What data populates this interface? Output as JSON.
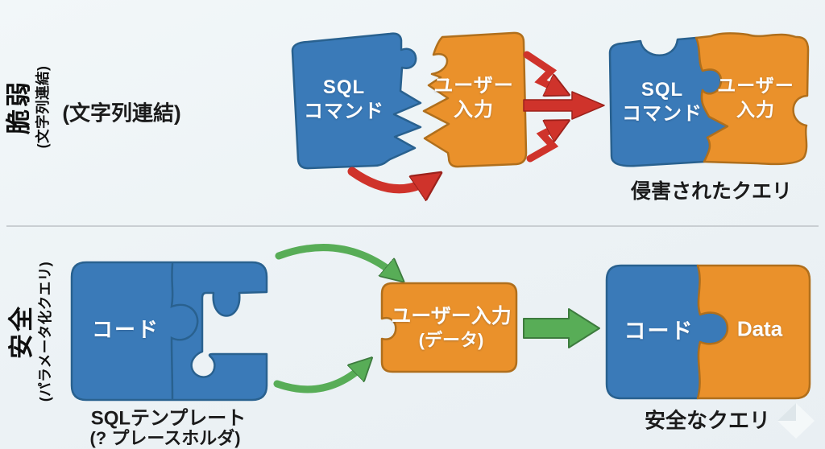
{
  "colors": {
    "blue": "#3a7ab8",
    "blue_border": "#29618f",
    "orange": "#ea912b",
    "orange_fill": "#ea912b",
    "orange_border": "#b06f1c",
    "red": "#cf332b",
    "green": "#58ad57",
    "background": "#edf3f6"
  },
  "top_section": {
    "side_label_title": "脆弱",
    "side_label_sub": "(文字列連結)",
    "method_label": "(文字列連結)",
    "sql_piece": {
      "line1": "SQL",
      "line2": "コマンド"
    },
    "user_piece": {
      "line1": "ユーザー",
      "line2": "入力"
    },
    "merged_sql": {
      "line1": "SQL",
      "line2": "コマンド"
    },
    "merged_user": {
      "line1": "ユーザー",
      "line2": "入力"
    },
    "result_label": "侵害されたクエリ"
  },
  "bottom_section": {
    "side_label_title": "安全",
    "side_label_sub": "(パラメータ化クエリ)",
    "code_piece_label": "コード",
    "template_caption_line1": "SQLテンプレート",
    "template_caption_line2": "(? プレースホルダ)",
    "input_piece": {
      "line1": "ユーザー入力",
      "line2": "(データ)"
    },
    "merged_code_label": "コード",
    "merged_data_label": "Data",
    "result_label": "安全なクエリ"
  }
}
